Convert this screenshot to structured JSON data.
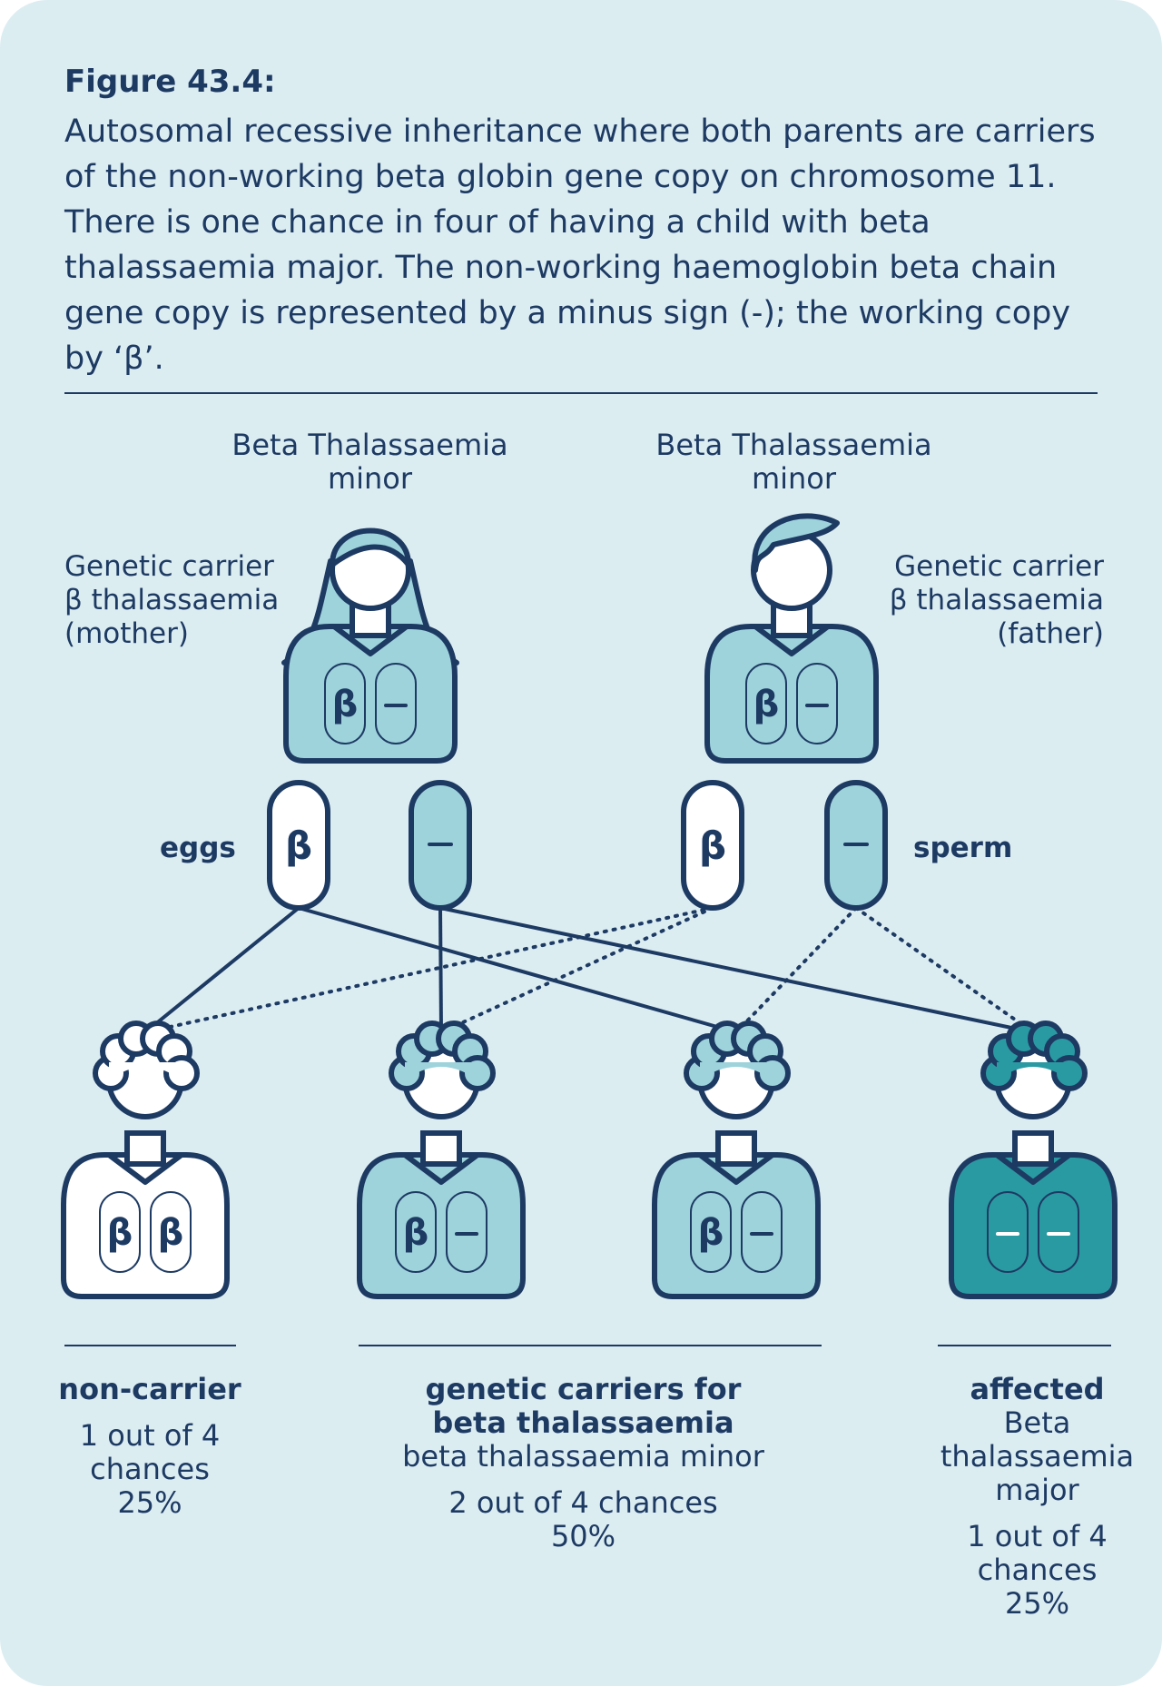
{
  "figure": {
    "label": "Figure 43.4:",
    "caption": "Autosomal recessive inheritance where both parents are carriers of the non-working beta globin gene copy on chromosome 11. There is one chance in four of having a child with beta thalassaemia major. The non-working haemoglobin beta chain gene copy is represented by a minus sign (-); the working copy by ‘β’."
  },
  "colors": {
    "background": "#dcedf2",
    "navy": "#1d3a63",
    "light_teal": "#9ed3dc",
    "dark_teal": "#2a9aa2",
    "white": "#ffffff"
  },
  "symbols": {
    "working": "β",
    "non_working": "–"
  },
  "parents": {
    "mother": {
      "status": "Beta Thalassaemia minor",
      "status_lines": [
        "Beta Thalassaemia",
        "minor"
      ],
      "label_lines": [
        "Genetic carrier",
        "β thalassaemia",
        "(mother)"
      ],
      "genes": [
        "β",
        "–"
      ]
    },
    "father": {
      "status": "Beta Thalassaemia minor",
      "status_lines": [
        "Beta Thalassaemia",
        "minor"
      ],
      "label_lines": [
        "Genetic carrier",
        "β thalassaemia",
        "(father)"
      ],
      "genes": [
        "β",
        "–"
      ]
    }
  },
  "gametes": {
    "eggs_label": "eggs",
    "sperm_label": "sperm",
    "eggs": [
      "β",
      "–"
    ],
    "sperm": [
      "β",
      "–"
    ]
  },
  "children": [
    {
      "genes": [
        "β",
        "β"
      ],
      "fill": "white"
    },
    {
      "genes": [
        "β",
        "–"
      ],
      "fill": "light"
    },
    {
      "genes": [
        "β",
        "–"
      ],
      "fill": "light"
    },
    {
      "genes": [
        "–",
        "–"
      ],
      "fill": "dark"
    }
  ],
  "outcomes": {
    "non_carrier": {
      "title": "non-carrier",
      "chance_lines": [
        "1 out of 4",
        "chances"
      ],
      "percent": "25%"
    },
    "carriers": {
      "title_lines": [
        "genetic carriers for",
        "beta thalassaemia"
      ],
      "subtitle": "beta thalassaemia minor",
      "chance": "2 out of 4 chances",
      "percent": "50%"
    },
    "affected": {
      "title": "affected",
      "subtitle_lines": [
        "Beta",
        "thalassaemia",
        "major"
      ],
      "chance_lines": [
        "1 out of 4",
        "chances"
      ],
      "percent": "25%"
    }
  }
}
